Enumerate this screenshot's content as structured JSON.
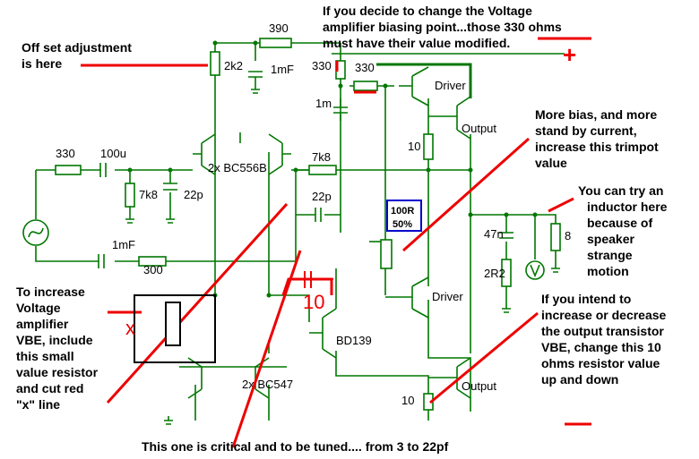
{
  "annotations": {
    "voltage_note_line1": "If you decide to change the Voltage",
    "voltage_note_line2": "amplifier biasing point...those 330 ohms",
    "voltage_note_line3": "must have their value modified.",
    "offset_line1": "Off set adjustment",
    "offset_line2": "is here",
    "bias_line1": "More bias, and more",
    "bias_line2": "stand by current,",
    "bias_line3": "increase this trimpot",
    "bias_line4": "value",
    "inductor_line1": "You can try an",
    "inductor_line2": "inductor here",
    "inductor_line3": "because of",
    "inductor_line4": "speaker",
    "inductor_line5": "strange",
    "inductor_line6": "motion",
    "vbe_line1": "To increase",
    "vbe_line2": "Voltage",
    "vbe_line3": "amplifier",
    "vbe_line4": "VBE, include",
    "vbe_line5": "this small",
    "vbe_line6": "value resistor",
    "vbe_line7": "and cut red",
    "vbe_line8": "\"x\" line",
    "output_line1": "If you intend to",
    "output_line2": "increase or decrease",
    "output_line3": "the output transistor",
    "output_line4": "VBE, change this 10",
    "output_line5": "ohms resistor value",
    "output_line6": "up and down",
    "critical": "This one is critical and to be tuned.... from 3 to 22pf",
    "plus_sign": "+",
    "minus_sign": "−",
    "red_ten": "10",
    "red_x": "x"
  },
  "labels": {
    "r390": "390",
    "r2k2": "2k2",
    "c1mf_top": "1mF",
    "r330_a": "330",
    "r330_b": "330",
    "c1m": "1m",
    "driver_top": "Driver",
    "output_top": "Output",
    "r10_top": "10",
    "r330_in": "330",
    "c100u": "100u",
    "diffpair": "2x BC556B",
    "r7k8_a": "7k8",
    "r7k8_b": "7k8",
    "c22p_a": "22p",
    "c22p_b": "22p",
    "trim_value": "100R",
    "trim_pos": "50%",
    "c47n": "47n",
    "r8": "8",
    "r2r2": "2R2",
    "c1mf_bot": "1mF",
    "r300": "300",
    "driver_bot": "Driver",
    "bd139": "BD139",
    "mirror": "2x BC547",
    "r10_bot": "10",
    "output_bot": "Output"
  },
  "colors": {
    "wire": "#007700",
    "annotation_red": "#ee0000",
    "trimpot_box": "#0000cc"
  }
}
